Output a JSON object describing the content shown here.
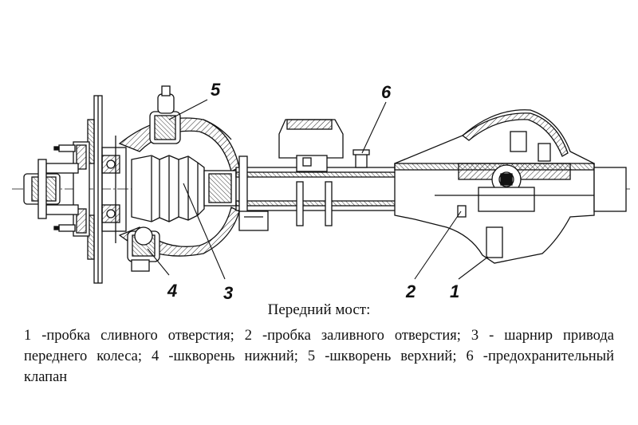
{
  "figure": {
    "callouts": [
      {
        "id": "5",
        "label": "5"
      },
      {
        "id": "6",
        "label": "6"
      },
      {
        "id": "4",
        "label": "4"
      },
      {
        "id": "3",
        "label": "3"
      },
      {
        "id": "2",
        "label": "2"
      },
      {
        "id": "1",
        "label": "1"
      }
    ],
    "caption_title": "Передний мост:",
    "legend_text": "1 -пробка сливного отверстия; 2 -пробка заливного отверстия; 3 - шарнир привода переднего колеса; 4 -шкворень нижний; 5 -шкворень верхний; 6 -предохранительный клапан"
  }
}
